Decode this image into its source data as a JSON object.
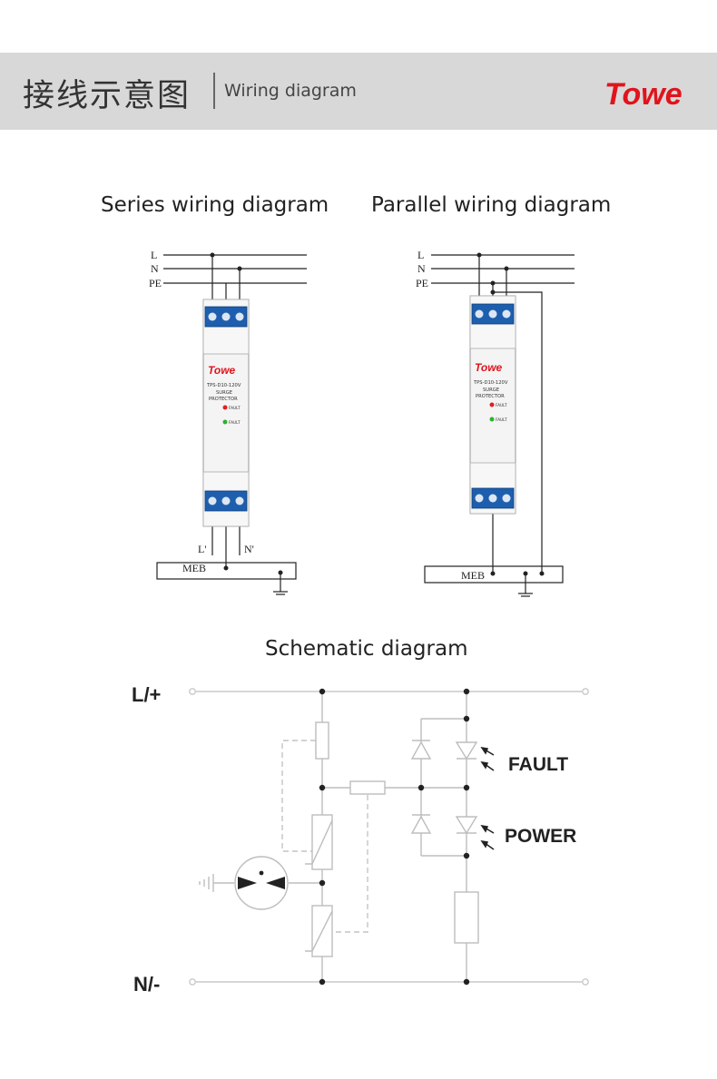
{
  "header": {
    "title_zh": "接线示意图",
    "title_en": "Wiring diagram",
    "logo_text": "Towe",
    "brand_color": "#e0141c"
  },
  "sections": {
    "series_title": "Series wiring diagram",
    "parallel_title": "Parallel wiring diagram",
    "schematic_title": "Schematic diagram"
  },
  "wiring_labels": {
    "l": "L",
    "n": "N",
    "pe": "PE",
    "l_out": "L'",
    "n_out": "N'",
    "meb": "MEB"
  },
  "device": {
    "brand": "Towe",
    "model": "TPS-D10-120V",
    "desc_1": "SURGE",
    "desc_2": "PROTECTOR",
    "indicator_1": "FAULT",
    "indicator_2": "FAULT",
    "indicator_1_color": "#e02020",
    "indicator_2_color": "#30b030",
    "terminal_color": "#1d5fae"
  },
  "schematic": {
    "top_rail": "L/+",
    "bottom_rail": "N/-",
    "fault": "FAULT",
    "power": "POWER"
  }
}
